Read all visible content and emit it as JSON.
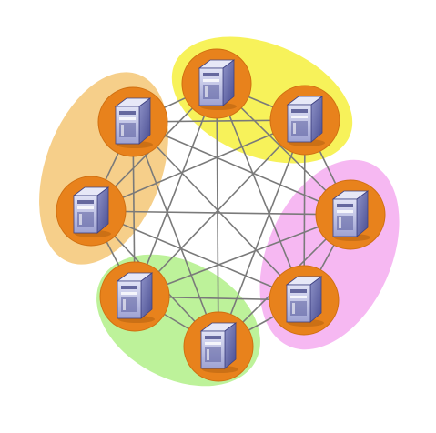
{
  "diagram": {
    "type": "full-mesh-network",
    "node_icon": "server-tower-icon",
    "node_count": 8,
    "colors": {
      "edge": "#7a7a7a",
      "node_ring": "#e8821c",
      "server_front": "#c9ccea",
      "server_side": "#7d81bd",
      "server_top": "#e7e8f7",
      "server_dark": "#3f4283"
    },
    "groups": [
      {
        "name": "yellow-group",
        "color": "#f7f25a",
        "nodes": [
          0,
          1
        ]
      },
      {
        "name": "pink-group",
        "color": "#f6b8f2",
        "nodes": [
          2,
          3
        ]
      },
      {
        "name": "green-group",
        "color": "#bdf29a",
        "nodes": [
          4,
          5
        ]
      },
      {
        "name": "orange-group",
        "color": "#f6cf8a",
        "nodes": [
          6,
          7
        ]
      }
    ]
  }
}
